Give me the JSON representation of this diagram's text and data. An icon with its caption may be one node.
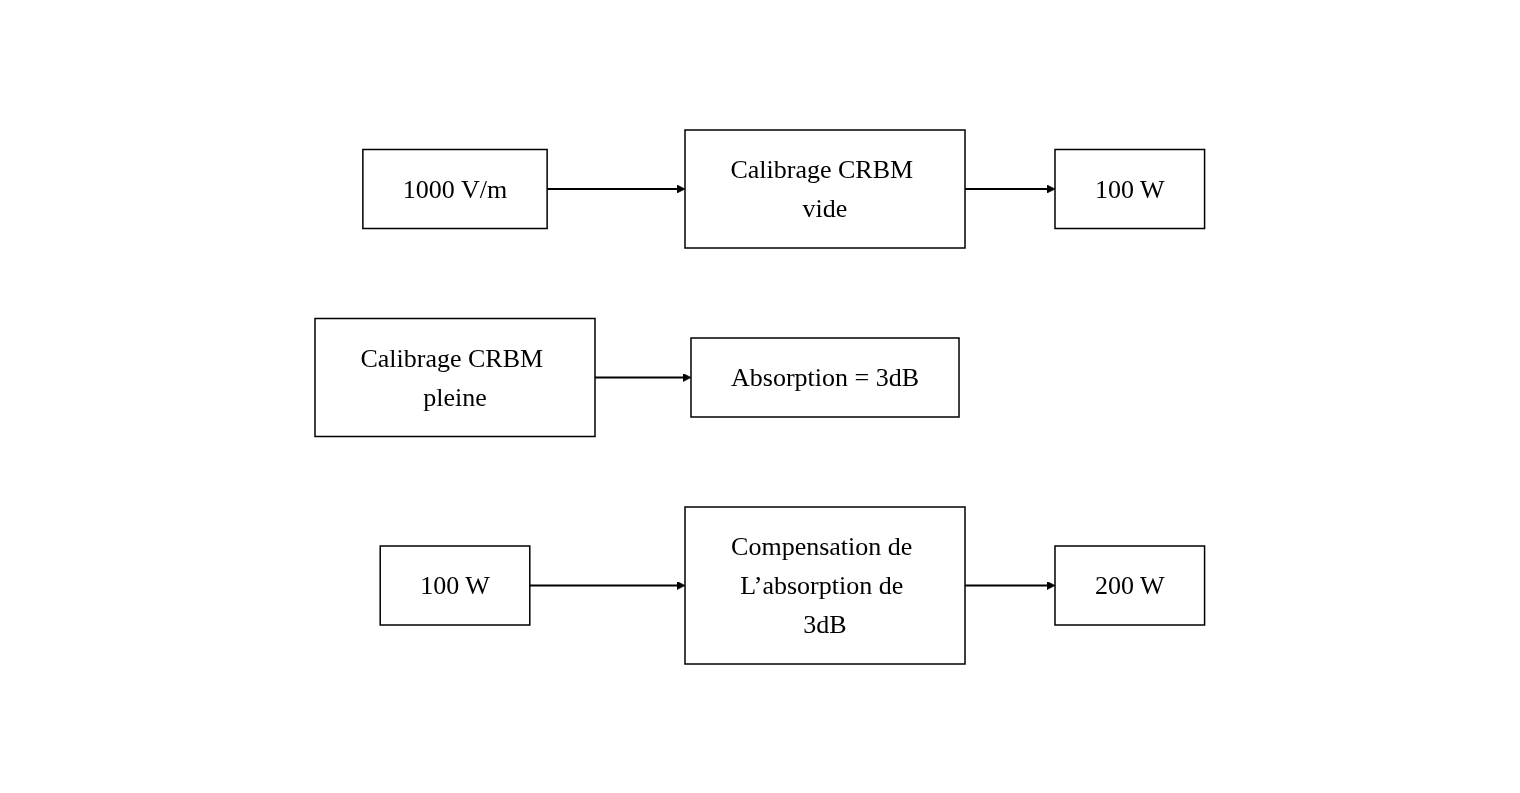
{
  "diagram": {
    "nodes": [
      {
        "text": [
          "1000 V/m"
        ]
      },
      {
        "text": [
          "Calibrage CRBM vide"
        ]
      },
      {
        "text": [
          "100 W"
        ]
      },
      {
        "text": [
          "Calibrage CRBM pleine"
        ]
      },
      {
        "text": [
          "Absorption = 3dB"
        ]
      },
      {
        "text": [
          "100 W"
        ]
      },
      {
        "text": [
          "Compensation de L’absorption de 3dB"
        ]
      },
      {
        "text": [
          "200 W"
        ]
      }
    ],
    "edges": [
      {
        "from": 0,
        "to": 1,
        "arrow": "to"
      },
      {
        "from": 1,
        "to": 2,
        "arrow": "to"
      },
      {
        "from": 3,
        "to": 4,
        "arrow": "to"
      },
      {
        "from": 5,
        "to": 6,
        "arrow": "to"
      },
      {
        "from": 6,
        "to": 7,
        "arrow": "to"
      }
    ]
  }
}
